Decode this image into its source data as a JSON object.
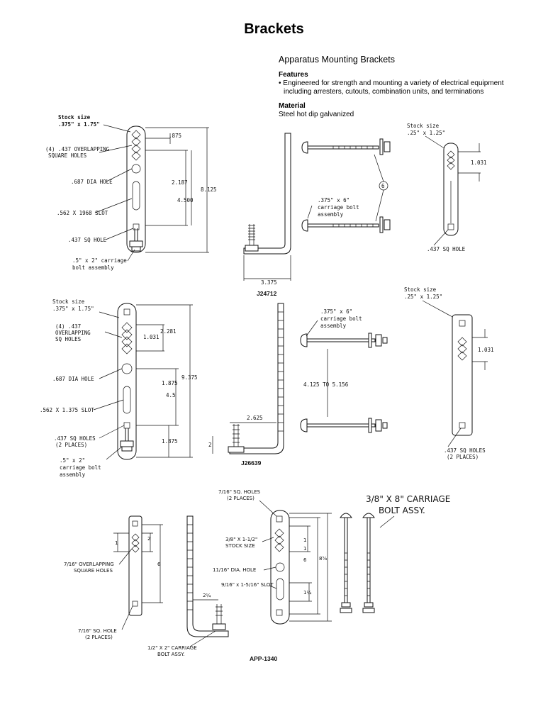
{
  "page": {
    "title": "Brackets"
  },
  "intro": {
    "heading": "Apparatus Mounting Brackets",
    "features_label": "Features",
    "features_line1": "• Engineered for strength and mounting a variety of electrical equipment",
    "features_line2": "including arresters, cutouts, combination units, and terminations",
    "material_label": "Material",
    "material_text": "Steel hot dip galvanized"
  },
  "fig1": {
    "stock1": "Stock size",
    "stock2": ".375\" x 1.75\"",
    "holes1": "(4) .437 OVERLAPPING",
    "holes2": "SQUARE HOLES",
    "dia": ".687 DIA HOLE",
    "slot": ".562 X 1968 SLOT",
    "sq": ".437 SQ HOLE",
    "bolt1": ".5\" x 2\" carriage",
    "bolt2": "bolt assembly",
    "d875": ".875",
    "d2187": "2.187",
    "d4500": "4.500",
    "d8125": "8.125",
    "carriage1": ".375\" x 6\"",
    "carriage2": "carriage bolt",
    "carriage3": "assembly",
    "qty": "6",
    "d3375": "3.375",
    "part": "J24712",
    "r_stock1": "Stock size",
    "r_stock2": ".25\" x 1.25\"",
    "r_d1031": "1.031",
    "r_sq": ".437 SQ HOLE"
  },
  "fig2": {
    "stock1": "Stock size",
    "stock2": ".375\" x 1.75\"",
    "holes1": "(4) .437",
    "holes2": "OVERLAPPING",
    "holes3": "SQ HOLES",
    "dia": ".687 DIA HOLE",
    "slot": ".562 X 1.375 SLOT",
    "sq1": ".437 SQ HOLES",
    "sq2": "(2 PLACES)",
    "bolt1": ".5\" x 2\"",
    "bolt2": "carriage bolt",
    "bolt3": "assembly",
    "d2281": "2.281",
    "d1031": "1.031",
    "d1875a": "1.875",
    "d45": "4.5",
    "d1875b": "1.875",
    "d9375": "9.375",
    "carriage1": ".375\" x 6\"",
    "carriage2": "carriage bolt",
    "carriage3": "assembly",
    "range": "4.125 TO 5.156",
    "d2625": "2.625",
    "d2": "2",
    "part": "J26639",
    "r_stock1": "Stock size",
    "r_stock2": ".25\" x 1.25\"",
    "r_d1031": "1.031",
    "r_sq1": ".437 SQ HOLES",
    "r_sq2": "(2 PLACES)"
  },
  "fig3": {
    "d1": "1",
    "d2": "2",
    "d6": "6",
    "holes1": "7/16\" OVERLAPPING",
    "holes2": "SQUARE HOLES",
    "sq1": "7/16\" SQ. HOLE",
    "sq2": "(2 PLACES)",
    "d214": "2¼",
    "bolt1": "1/2\" X 2\" CARRIAGE",
    "bolt2": "BOLT ASSY.",
    "msq1": "7/16\" SQ. HOLES",
    "msq2": "(2 PLACES)",
    "stock1": "3/8\" X 1-1/2\"",
    "stock2": "STOCK SIZE",
    "dia": "11/16\" DIA. HOLE",
    "slot": "9/16\" x 1-5/16\" SLOT",
    "m1": "1",
    "m2": "1",
    "m6": "6",
    "m114": "1¼",
    "m858": "8⅝",
    "assy1": "3/8\" X 8\" CARRIAGE",
    "assy2": "BOLT ASSY.",
    "part": "APP-1340"
  }
}
